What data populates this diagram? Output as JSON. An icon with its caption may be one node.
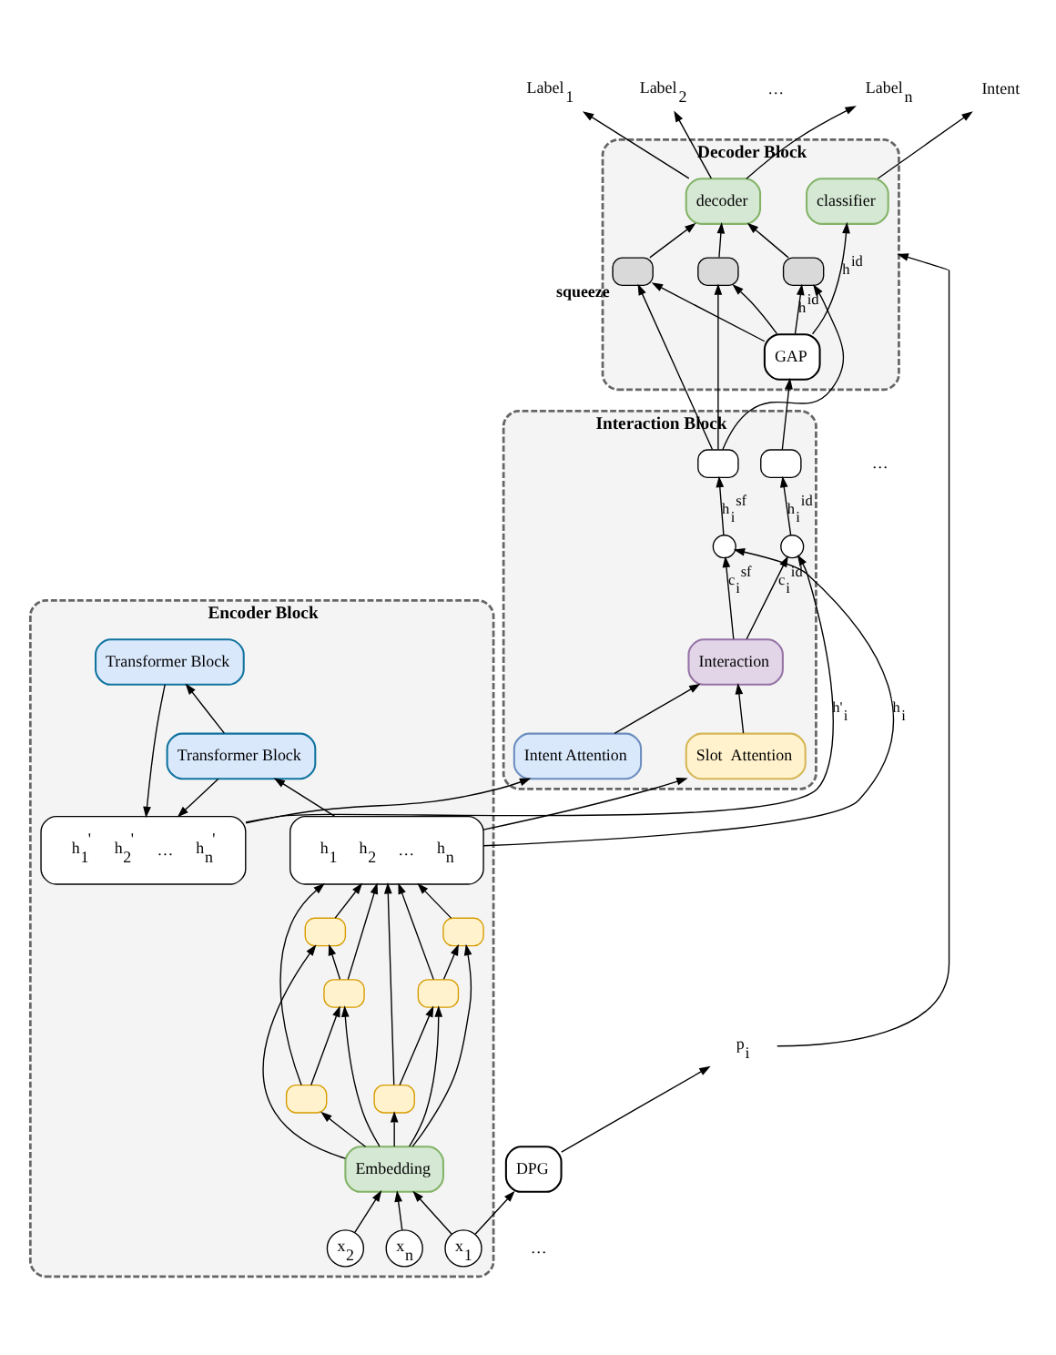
{
  "diagram": {
    "nodes": [
      {
        "text": [
          "Decoder Block"
        ]
      },
      {
        "text": [
          "decoder"
        ],
        "in": 0
      },
      {
        "text": [
          "classifier"
        ],
        "in": 0
      },
      {
        "text": [],
        "shape": "box",
        "in": 0,
        "beside": [
          "squeeze"
        ]
      },
      {
        "text": [],
        "shape": "box",
        "in": 0
      },
      {
        "text": [],
        "shape": "box",
        "in": 0
      },
      {
        "text": [
          "GAP"
        ],
        "in": 0
      },
      {
        "text": [
          "Interaction Block"
        ]
      },
      {
        "text": [
          "Slot  Attention"
        ],
        "in": 7
      },
      {
        "text": [
          "Interaction"
        ],
        "in": 7
      },
      {
        "text": [
          "Intent Attention"
        ],
        "in": 7
      },
      {
        "text": [],
        "shape": "circle",
        "in": 7
      },
      {
        "text": [],
        "shape": "circle",
        "in": 7
      },
      {
        "text": [],
        "shape": "box",
        "in": 7
      },
      {
        "text": [],
        "shape": "box",
        "in": 7
      },
      {
        "text": [
          "Encoder Block"
        ]
      },
      {
        "text": [
          "h$_{1}$",
          "h$_{2}$",
          "…",
          "h$_{n}$"
        ],
        "in": 15
      },
      {
        "text": [],
        "shape": "box",
        "in": 15
      },
      {
        "text": [],
        "shape": "box",
        "in": 15
      },
      {
        "text": [],
        "shape": "box",
        "in": 15
      },
      {
        "text": [],
        "shape": "box",
        "in": 15
      },
      {
        "text": [],
        "shape": "box",
        "in": 15
      },
      {
        "text": [],
        "shape": "box",
        "in": 15
      },
      {
        "text": [
          "Embedding"
        ],
        "in": 15
      },
      {
        "text": [
          "x$_{1}$"
        ],
        "in": 15
      },
      {
        "text": [
          "x$_{2}$"
        ],
        "in": 15
      },
      {
        "text": [
          "x$_{n}$"
        ],
        "in": 15
      },
      {
        "text": [
          "h$_{1}$$^{'}$",
          "h$_{2}$$^{'}$",
          "…",
          "h$_{n}$$^{'}$"
        ],
        "in": 15
      },
      {
        "text": [
          "Transformer Block"
        ],
        "in": 15
      },
      {
        "text": [
          "Transformer Block"
        ],
        "in": 15
      },
      {
        "text": [
          "DPG"
        ]
      },
      {
        "text": [
          "p$_{i}$"
        ]
      },
      {
        "text": [
          "Label$_{1}$"
        ]
      },
      {
        "text": [
          "Label$_{2}$"
        ]
      },
      {
        "text": [
          "Label$_{n}$"
        ]
      },
      {
        "text": [
          "Intent"
        ]
      }
    ],
    "edges": [
      {
        "from": 1,
        "to": 32,
        "arrow": "to"
      },
      {
        "from": 1,
        "to": 33,
        "arrow": "to"
      },
      {
        "from": 1,
        "to": 34,
        "arrow": "to"
      },
      {
        "from": 2,
        "to": 35,
        "arrow": "to"
      },
      {
        "from": 3,
        "to": 1,
        "arrow": "to"
      },
      {
        "from": 4,
        "to": 1,
        "arrow": "to"
      },
      {
        "from": 5,
        "to": 1,
        "arrow": "to"
      },
      {
        "from": 6,
        "to": 2,
        "arrow": "to",
        "label": "h$^{id}$"
      },
      {
        "from": 6,
        "to": 5,
        "arrow": "to",
        "label": "h$^{id}$"
      },
      {
        "from": 6,
        "to": 4,
        "arrow": "to"
      },
      {
        "from": 6,
        "to": 3,
        "arrow": "to"
      },
      {
        "from": 13,
        "to": 3,
        "arrow": "to"
      },
      {
        "from": 13,
        "to": 4,
        "arrow": "to"
      },
      {
        "from": 13,
        "to": 5,
        "arrow": "to"
      },
      {
        "from": 14,
        "to": 6,
        "arrow": "to"
      },
      {
        "from": 31,
        "to": 0,
        "arrow": "to"
      },
      {
        "from": 30,
        "to": 31,
        "arrow": "to"
      },
      {
        "from": 24,
        "to": 30,
        "arrow": "to"
      },
      {
        "from": 11,
        "to": 13,
        "arrow": "to",
        "label": "h$_{i}$$^{sf}$"
      },
      {
        "from": 12,
        "to": 14,
        "arrow": "to",
        "label": "h$_{i}$$^{id}$"
      },
      {
        "from": 16,
        "to": 11,
        "arrow": "to",
        "label": "h$_{i}$"
      },
      {
        "from": 9,
        "to": 11,
        "arrow": "to",
        "label": "c$_{i}$$^{sf}$"
      },
      {
        "from": 9,
        "to": 12,
        "arrow": "to",
        "label": "c$_{i}$$^{id}$"
      },
      {
        "from": 27,
        "to": 12,
        "arrow": "to",
        "label": "h'$_{i}$"
      },
      {
        "from": 8,
        "to": 9,
        "arrow": "to"
      },
      {
        "from": 10,
        "to": 9,
        "arrow": "to"
      },
      {
        "from": 16,
        "to": 8,
        "arrow": "to"
      },
      {
        "from": 27,
        "to": 10,
        "arrow": "to"
      },
      {
        "from": 24,
        "to": 23,
        "arrow": "to"
      },
      {
        "from": 25,
        "to": 23,
        "arrow": "to"
      },
      {
        "from": 26,
        "to": 23,
        "arrow": "to"
      },
      {
        "from": 23,
        "to": 20,
        "arrow": "to"
      },
      {
        "from": 23,
        "to": 21,
        "arrow": "to"
      },
      {
        "from": 23,
        "to": 22,
        "arrow": "to"
      },
      {
        "from": 23,
        "to": 17,
        "arrow": "to"
      },
      {
        "from": 23,
        "to": 18,
        "arrow": "to"
      },
      {
        "from": 23,
        "to": 19,
        "arrow": "to"
      },
      {
        "from": 20,
        "to": 21,
        "arrow": "to"
      },
      {
        "from": 21,
        "to": 22,
        "arrow": "to"
      },
      {
        "from": 19,
        "to": 18,
        "arrow": "to"
      },
      {
        "from": 18,
        "to": 17,
        "arrow": "to"
      },
      {
        "from": 17,
        "to": 16,
        "arrow": "to"
      },
      {
        "from": 20,
        "to": 16,
        "arrow": "to"
      },
      {
        "from": 18,
        "to": 16,
        "arrow": "to"
      },
      {
        "from": 21,
        "to": 16,
        "arrow": "to"
      },
      {
        "from": 19,
        "to": 16,
        "arrow": "to"
      },
      {
        "from": 22,
        "to": 16,
        "arrow": "to"
      },
      {
        "from": 16,
        "to": 29,
        "arrow": "to"
      },
      {
        "from": 29,
        "to": 28,
        "arrow": "to"
      },
      {
        "from": 28,
        "to": 27,
        "arrow": "to"
      },
      {
        "from": 29,
        "to": 27,
        "arrow": "to"
      }
    ],
    "labels": [
      "…",
      "…",
      "…"
    ]
  }
}
